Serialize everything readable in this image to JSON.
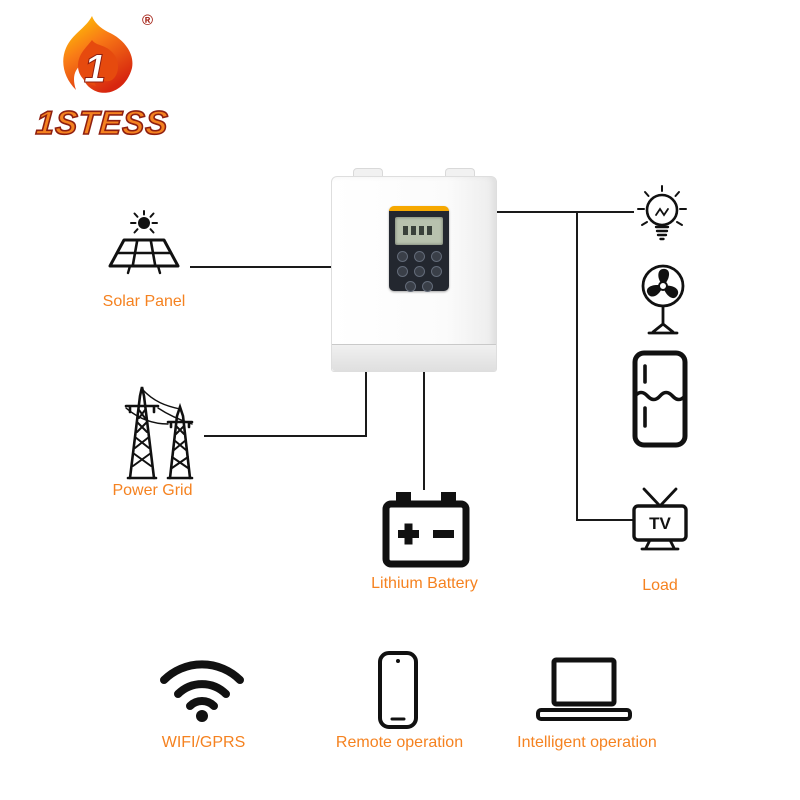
{
  "logo": {
    "brand": "1STESS",
    "registered": "®",
    "flame_numeral": "1"
  },
  "labels": {
    "solar_panel": "Solar Panel",
    "power_grid": "Power Grid",
    "lithium_battery": "Lithium Battery",
    "load": "Load",
    "wifi": "WIFI/GPRS",
    "remote_operation": "Remote operation",
    "intelligent_operation": "Intelligent operation",
    "tv": "TV"
  },
  "icons": {
    "solar": "sun-and-solar-panel-icon",
    "grid": "transmission-towers-icon",
    "battery": "lithium-battery-icon",
    "bulb": "light-bulb-icon",
    "fan": "fan-icon",
    "fridge": "refrigerator-icon",
    "tv": "tv-icon",
    "wifi": "wifi-icon",
    "phone": "smartphone-icon",
    "laptop": "laptop-icon"
  },
  "colors": {
    "label_orange": "#f58220",
    "logo_outline": "#8e1f10",
    "connector_black": "#1a1a1a",
    "display_yellow": "#f6a800",
    "display_body": "#23272f"
  }
}
